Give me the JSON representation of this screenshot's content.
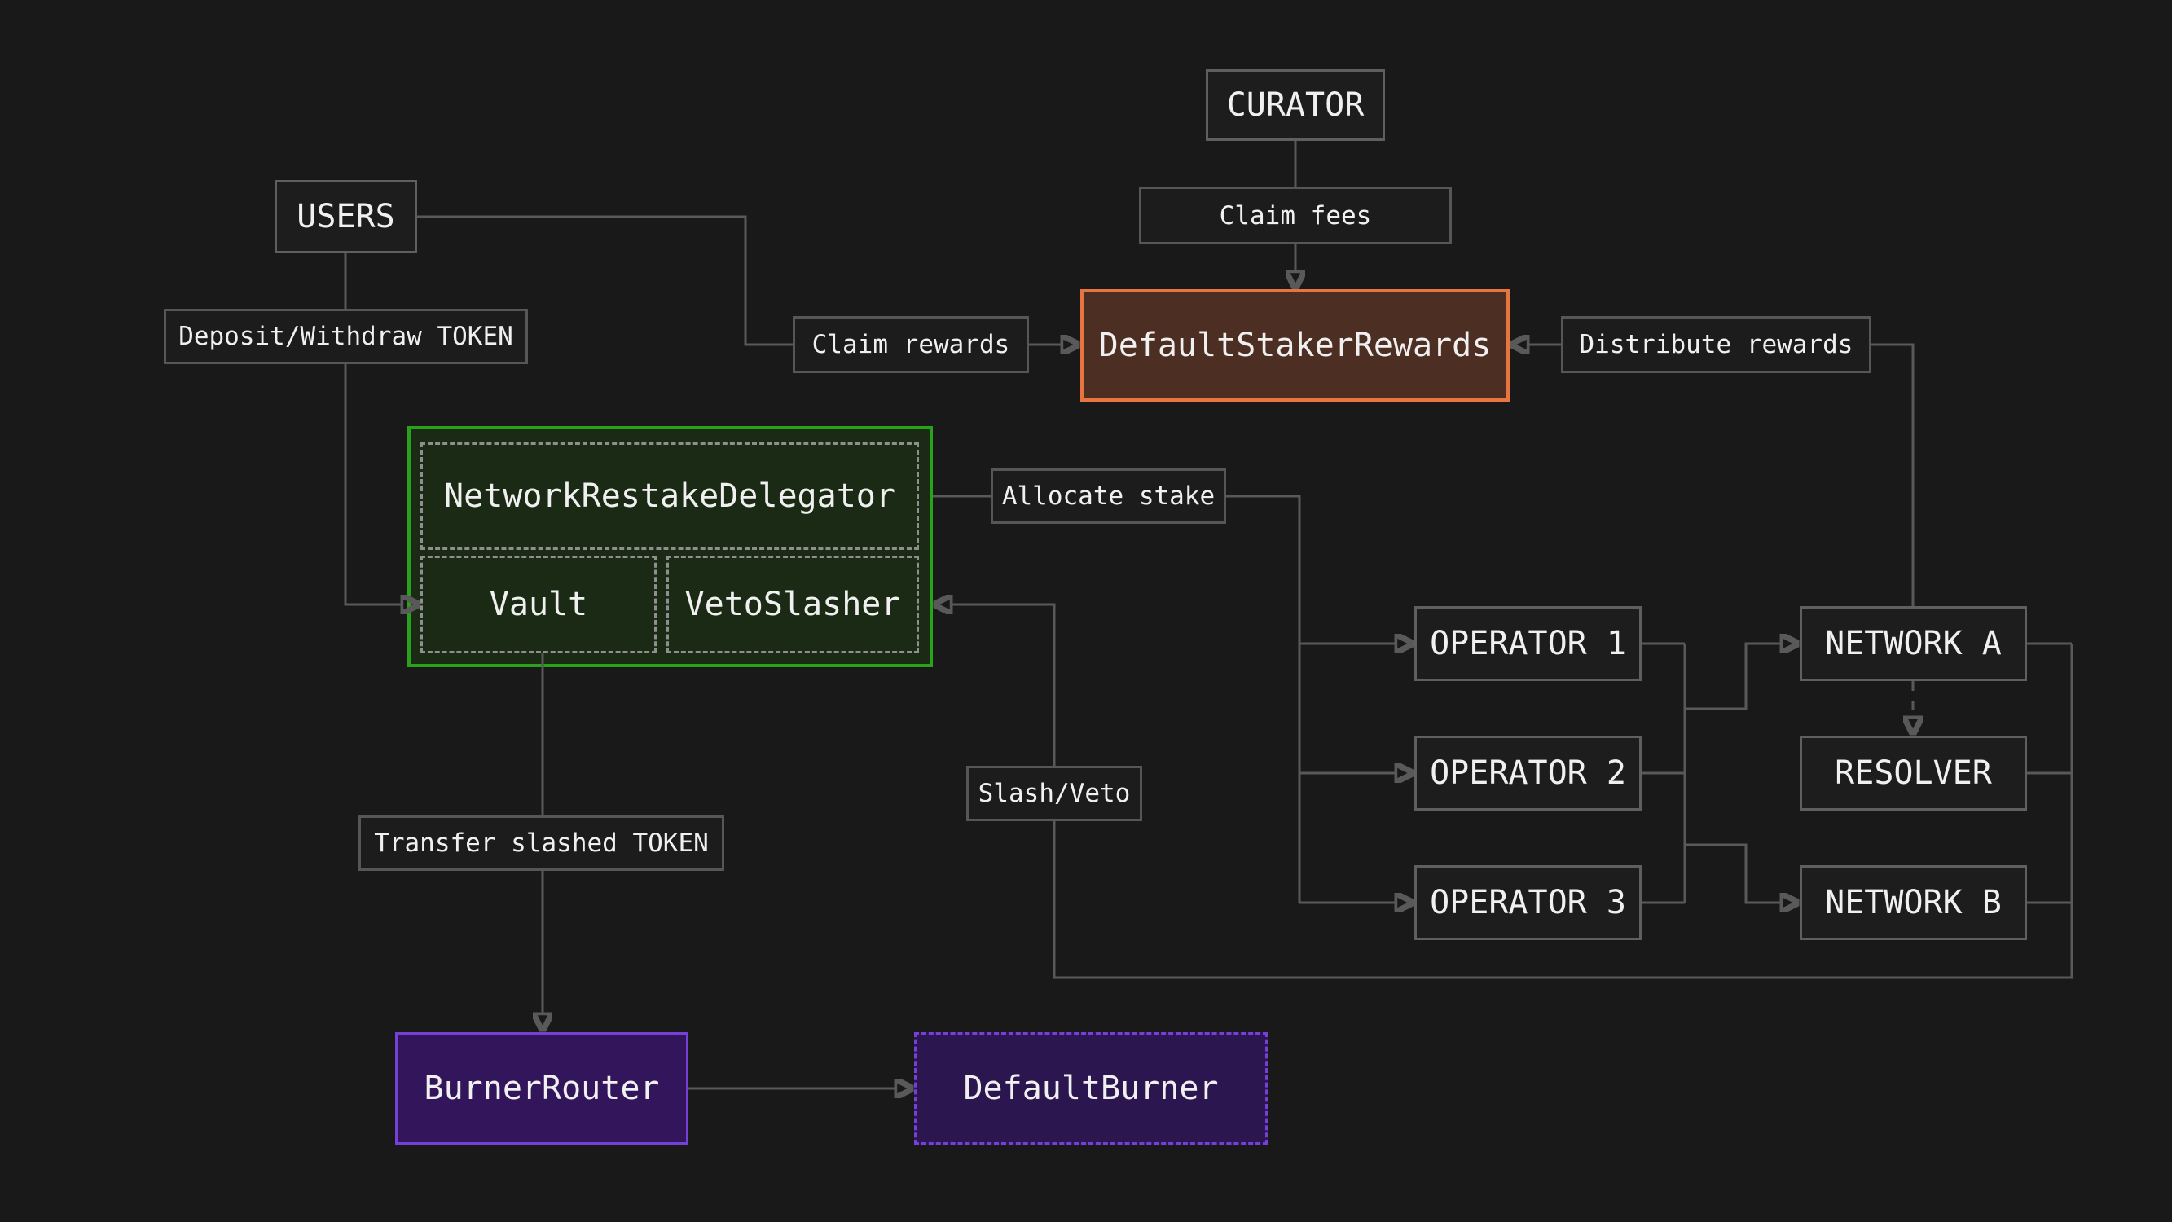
{
  "nodes": {
    "curator": "CURATOR",
    "users": "USERS",
    "default_staker_rewards": "DefaultStakerRewards",
    "network_restake_delegator": "NetworkRestakeDelegator",
    "vault": "Vault",
    "veto_slasher": "VetoSlasher",
    "operator_1": "OPERATOR 1",
    "operator_2": "OPERATOR 2",
    "operator_3": "OPERATOR 3",
    "network_a": "NETWORK A",
    "resolver": "RESOLVER",
    "network_b": "NETWORK B",
    "burner_router": "BurnerRouter",
    "default_burner": "DefaultBurner"
  },
  "edge_labels": {
    "claim_fees": "Claim fees",
    "claim_rewards": "Claim rewards",
    "distribute_rewards": "Distribute rewards",
    "deposit_withdraw_token": "Deposit/Withdraw TOKEN",
    "allocate_stake": "Allocate stake",
    "slash_veto": "Slash/Veto",
    "transfer_slashed_token": "Transfer slashed TOKEN"
  },
  "colors": {
    "background": "#191919",
    "line": "#595959",
    "arrow": "#7a7a7a",
    "box_border": "#5f5f5f",
    "box_fill": "#1d1d1d",
    "staker_rewards_border": "#e87440",
    "staker_rewards_fill": "#4c2f22",
    "vault_container_border": "#28a11b",
    "vault_container_fill": "#1b2a15",
    "inner_dashed_border": "#8f8f8f",
    "burner_router_border": "#7440d8",
    "burner_router_fill": "#33155c",
    "default_burner_fill": "#2c1650",
    "text": "#f0f0f0"
  }
}
